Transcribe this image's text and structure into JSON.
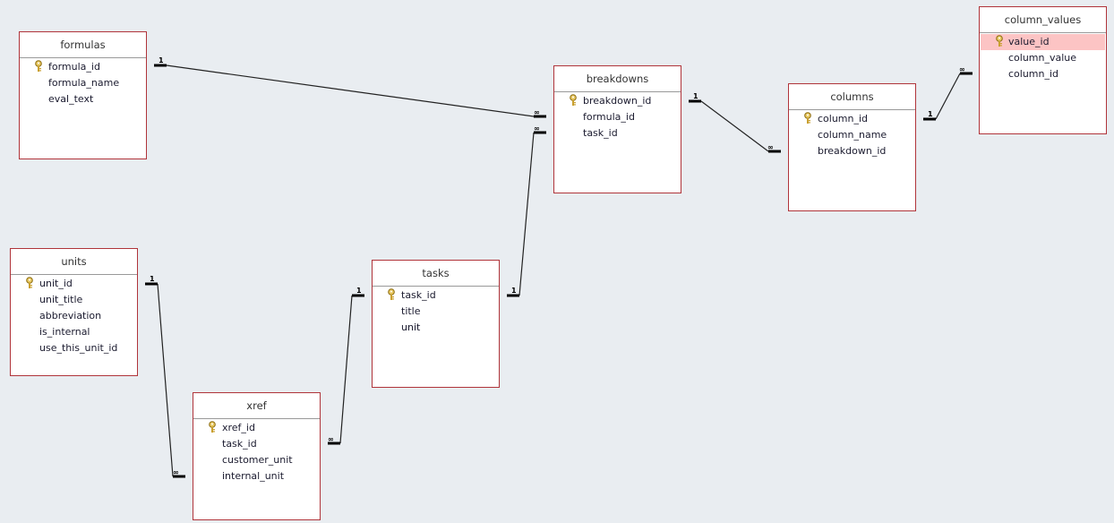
{
  "tables": {
    "formulas": {
      "title": "formulas",
      "fields": [
        "formula_id",
        "formula_name",
        "eval_text"
      ]
    },
    "units": {
      "title": "units",
      "fields": [
        "unit_id",
        "unit_title",
        "abbreviation",
        "is_internal",
        "use_this_unit_id"
      ]
    },
    "xref": {
      "title": "xref",
      "fields": [
        "xref_id",
        "task_id",
        "customer_unit",
        "internal_unit"
      ]
    },
    "tasks": {
      "title": "tasks",
      "fields": [
        "task_id",
        "title",
        "unit"
      ]
    },
    "breakdowns": {
      "title": "breakdowns",
      "fields": [
        "breakdown_id",
        "formula_id",
        "task_id"
      ]
    },
    "columns": {
      "title": "columns",
      "fields": [
        "column_id",
        "column_name",
        "breakdown_id"
      ]
    },
    "column_values": {
      "title": "column_values",
      "fields": [
        "value_id",
        "column_value",
        "column_id"
      ]
    }
  },
  "relationship_labels": {
    "one": "1",
    "many": "∞"
  }
}
